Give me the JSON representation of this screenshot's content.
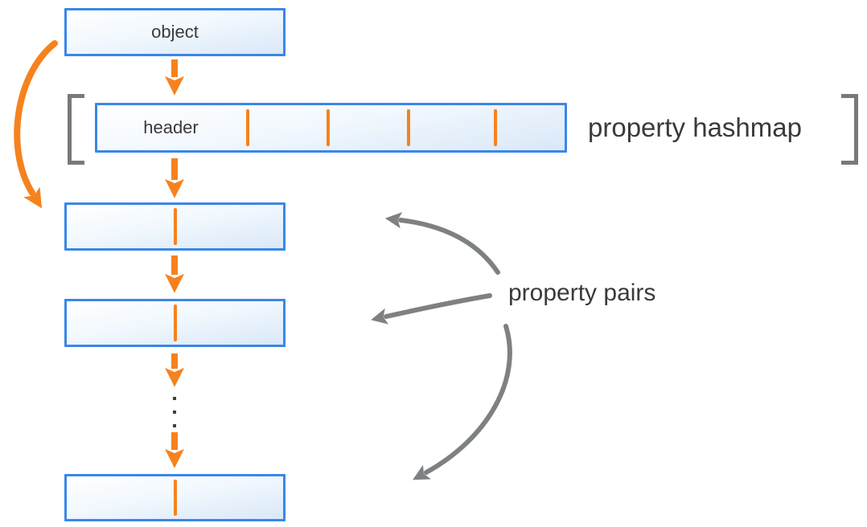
{
  "diagram": {
    "object_box": {
      "label": "object"
    },
    "hashmap": {
      "header_label": "header",
      "caption": "property hashmap",
      "divider_count": 4
    },
    "property_pairs": {
      "caption": "property pairs",
      "pair_box_count": 3,
      "ellipsis_dot_count": 3
    }
  },
  "colors": {
    "box_border_blue": "#3a87e8",
    "box_fill_blue": "#d9e8f8",
    "arrow_orange": "#f6821e",
    "arrow_gray": "#7e8183",
    "bracket_gray": "#77797b",
    "text_dark": "#3a3a3c"
  }
}
